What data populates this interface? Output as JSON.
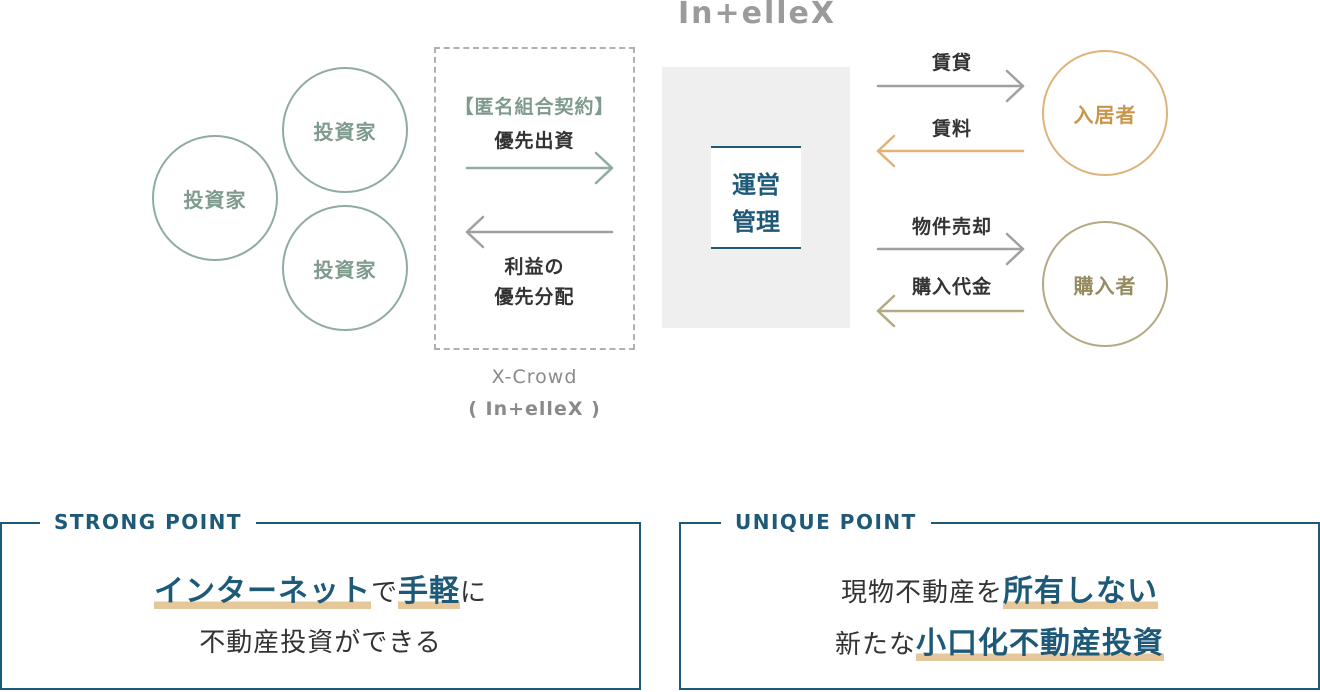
{
  "logo": "In+elleX",
  "investors": [
    "投資家",
    "投資家",
    "投資家"
  ],
  "xcrowd": {
    "contract_label": "【匿名組合契約】",
    "invest_label": "優先出資",
    "profit_line1": "利益の",
    "profit_line2": "優先分配",
    "caption_line1": "X-Crowd",
    "caption_line2": "( In+elleX )"
  },
  "center": {
    "line1": "運営",
    "line2": "管理"
  },
  "rent": {
    "lease_label": "賃貸",
    "fee_label": "賃料",
    "tenant": "入居者"
  },
  "sale": {
    "sell_label": "物件売却",
    "price_label": "購入代金",
    "buyer": "購入者"
  },
  "strong_point": {
    "title": "STRONG POINT",
    "hl1": "インターネット",
    "t1": "で",
    "hl2": "手軽",
    "t2": "に",
    "line2": "不動産投資ができる"
  },
  "unique_point": {
    "title": "UNIQUE POINT",
    "t1": "現物不動産を",
    "hl1": "所有しない",
    "t2": "新たな",
    "hl2": "小口化不動産投資"
  },
  "colors": {
    "navy": "#1e5a78",
    "green": "#8fac9f",
    "orange": "#dfb379",
    "olive": "#b3a983",
    "highlight": "#e6c79a"
  }
}
